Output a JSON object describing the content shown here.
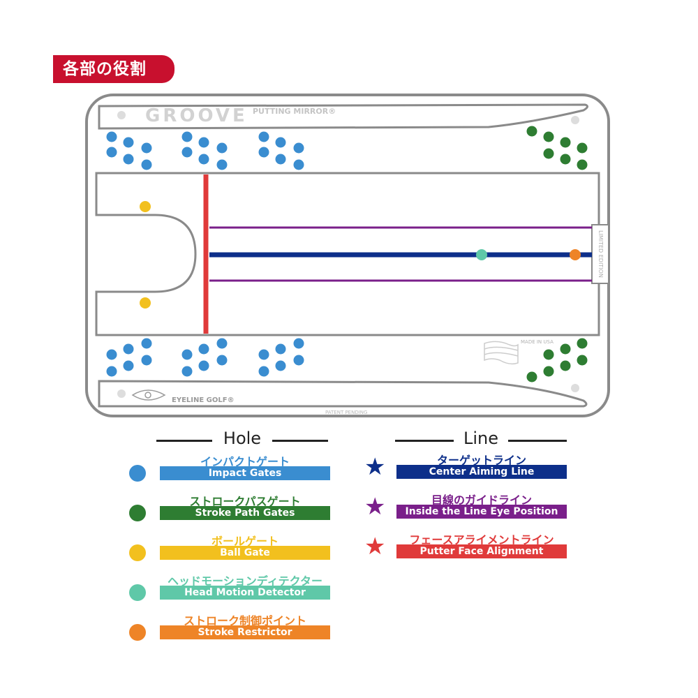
{
  "header": {
    "title": "各部の役割"
  },
  "mirror": {
    "brand": "GROOVE",
    "product": "PUTTING MIRROR®",
    "maker": "EYELINE GOLF®",
    "made_in": "MADE IN USA",
    "patent": "PATENT PENDING",
    "edition": "LIMITED EDITION"
  },
  "colors": {
    "impact": "#3a8dd0",
    "stroke_path": "#2e7d32",
    "ball": "#f2c01e",
    "head_motion": "#5fc8a8",
    "restrictor": "#ee8427",
    "center_line": "#0d2f8a",
    "eye_line": "#7a1f8a",
    "face_line": "#e03a3a",
    "frame": "#888888"
  },
  "legend": {
    "hole_title": "Hole",
    "line_title": "Line",
    "holes": [
      {
        "jp": "インパクトゲート",
        "en": "Impact Gates",
        "color": "#3a8dd0"
      },
      {
        "jp": "ストロークパスゲート",
        "en": "Stroke Path Gates",
        "color": "#2e7d32"
      },
      {
        "jp": "ボールゲート",
        "en": "Ball Gate",
        "color": "#f2c01e"
      },
      {
        "jp": "ヘッドモーションディテクター",
        "en": "Head Motion Detector",
        "color": "#5fc8a8"
      },
      {
        "jp": "ストローク制御ポイント",
        "en": "Stroke Restrictor",
        "color": "#ee8427"
      }
    ],
    "lines": [
      {
        "jp": "ターゲットライン",
        "en": "Center Aiming Line",
        "color": "#0d2f8a"
      },
      {
        "jp": "目線のガイドライン",
        "en": "Inside the Line Eye Position",
        "color": "#7a1f8a"
      },
      {
        "jp": "フェースアライメントライン",
        "en": "Putter Face Alignment",
        "color": "#e03a3a"
      }
    ]
  }
}
